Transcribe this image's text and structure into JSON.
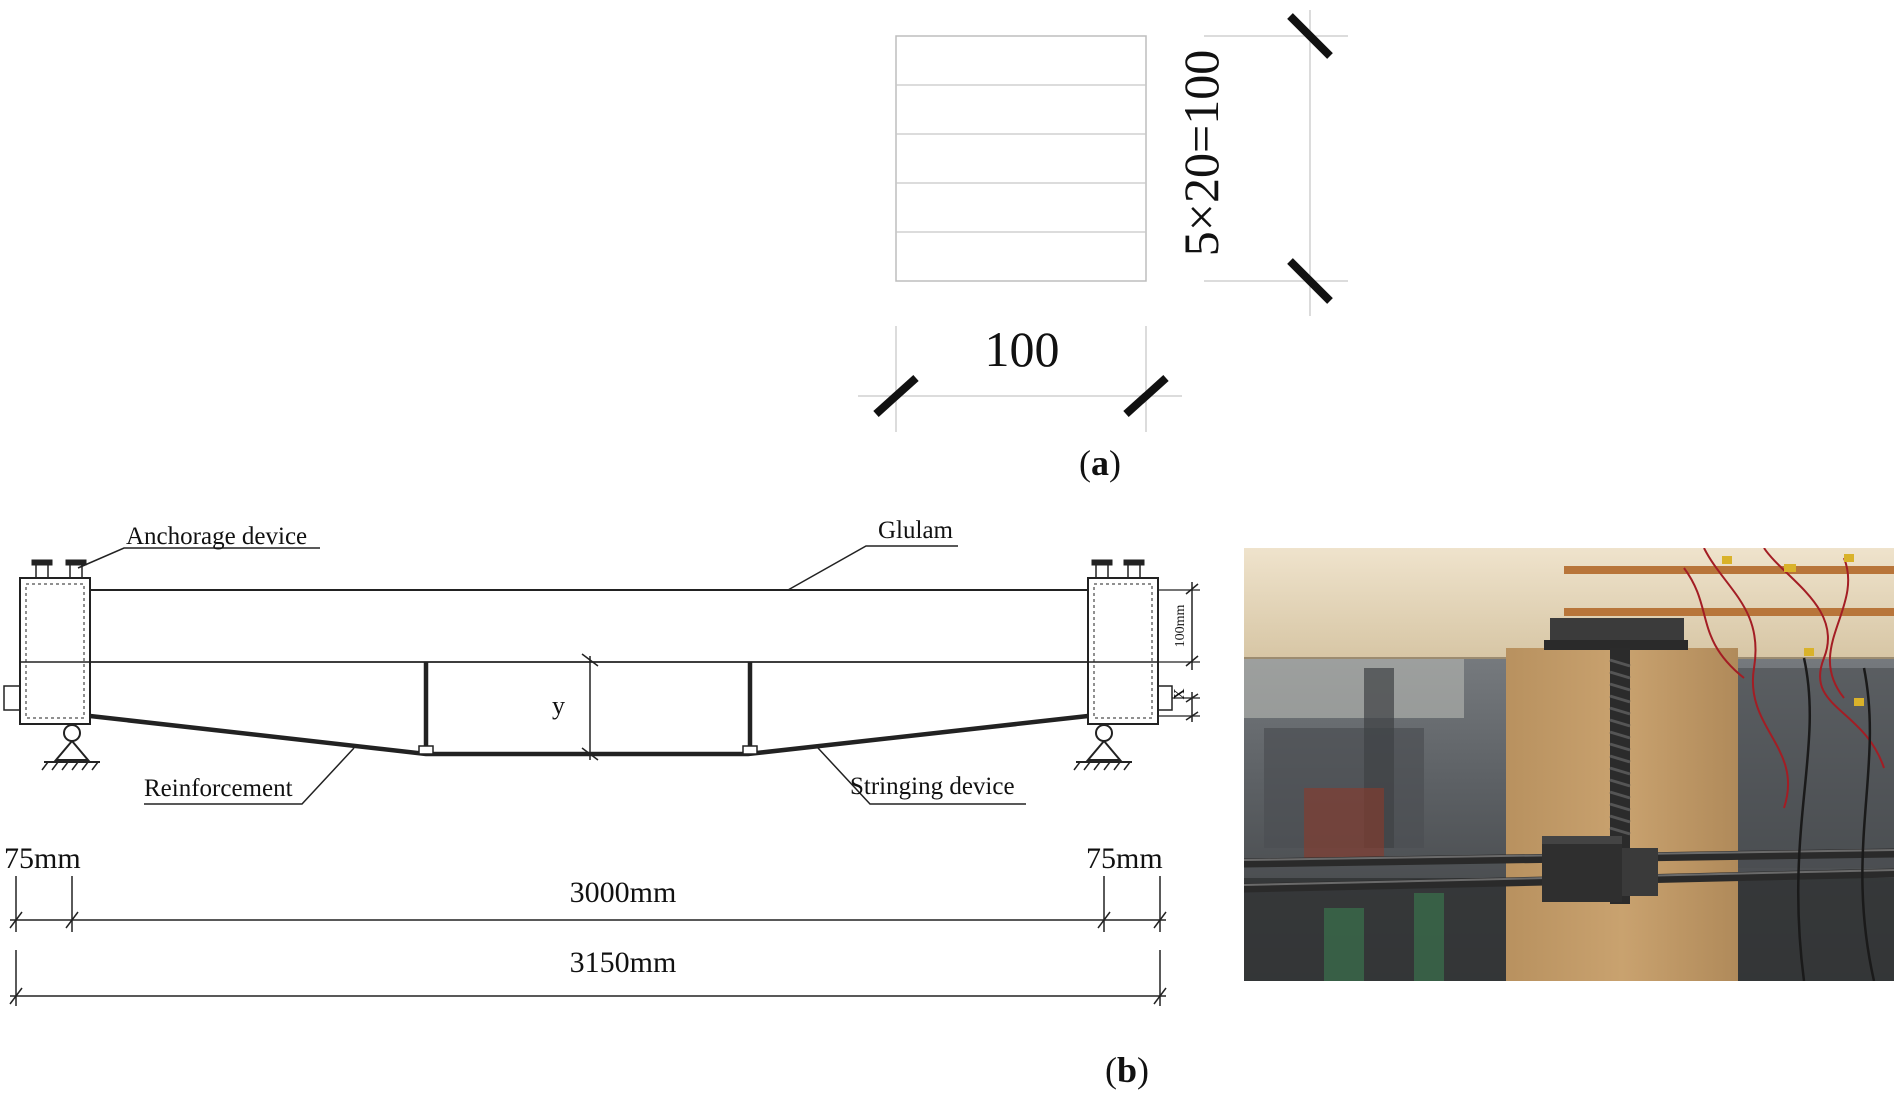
{
  "panel_a": {
    "width_label": "100",
    "height_label": "5×20=100",
    "caption": "a",
    "lamina_count": 5
  },
  "panel_b": {
    "callouts": {
      "anchorage": "Anchorage device",
      "glulam": "Glulam",
      "reinforcement": "Reinforcement",
      "stringing": "Stringing device"
    },
    "dims": {
      "height": "100mm",
      "x": "x",
      "y": "y",
      "left_offset": "75mm",
      "right_offset": "75mm",
      "span": "3000mm",
      "total": "3150mm"
    },
    "caption": "b"
  },
  "colors": {
    "line": "#222222",
    "grid": "#c8c8c8",
    "wood_plate": "#c19a6b",
    "photo_bg": "#6b6f72"
  }
}
